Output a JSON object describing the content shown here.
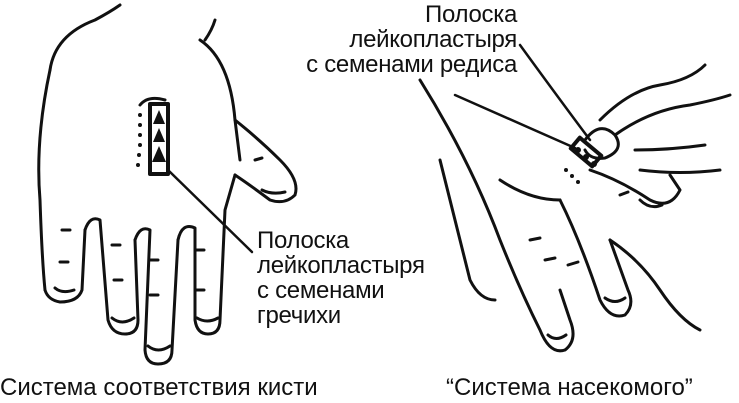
{
  "figure": {
    "left_panel": {
      "title": "Система соответствия кисти",
      "label_lines": [
        "Полоска",
        "лейкопластыря",
        "с семенами",
        "гречихи"
      ]
    },
    "right_panel": {
      "title": "“Система насекомого”",
      "label_lines": [
        "Полоска",
        "лейкопластыря",
        "с семенами редиса"
      ]
    },
    "colors": {
      "ink": "#111111",
      "background": "#ffffff"
    }
  }
}
